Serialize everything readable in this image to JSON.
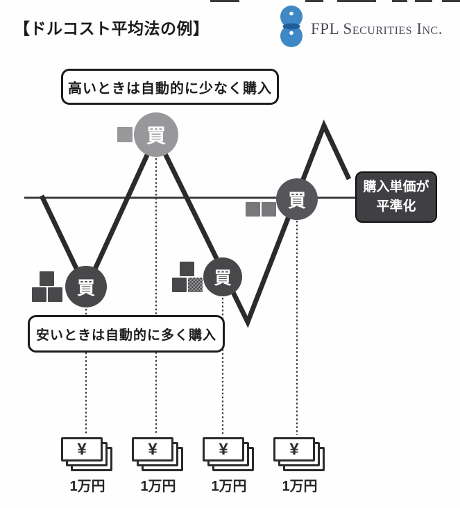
{
  "header": {
    "title": "【ドルコスト平均法の例】",
    "brand_name": "FPL Securities Inc."
  },
  "diagram": {
    "high_callout": "高いときは自動的に少なく購入",
    "low_callout": "安いときは自動的に多く購入",
    "result_box": {
      "line1": "購入単価が",
      "line2": "平準化"
    },
    "buy_markers": [
      {
        "label": "買",
        "position": "dip-1",
        "units_squares": 3
      },
      {
        "label": "買",
        "position": "peak",
        "units_squares": 1
      },
      {
        "label": "買",
        "position": "dip-2",
        "units_squares": 3
      },
      {
        "label": "買",
        "position": "average-line",
        "units_squares": 2
      }
    ]
  },
  "money_row": {
    "currency_symbol": "¥",
    "items": [
      {
        "label": "1万円"
      },
      {
        "label": "1万円"
      },
      {
        "label": "1万円"
      },
      {
        "label": "1万円"
      }
    ]
  },
  "colors": {
    "accent_blue": "#3e88c5",
    "dark_marker": "#48484b",
    "light_marker": "#98989b",
    "result_box_bg": "#404044",
    "line": "#2b2b2b"
  }
}
